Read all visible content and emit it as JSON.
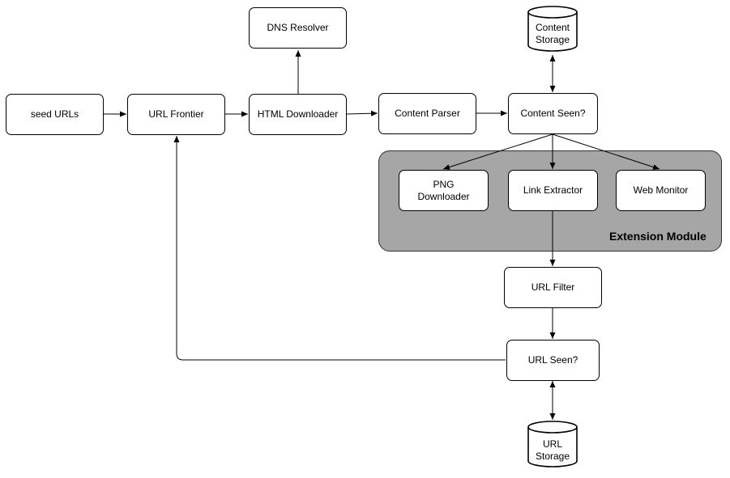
{
  "nodes": {
    "seed_urls": "seed URLs",
    "url_frontier": "URL Frontier",
    "html_downloader": "HTML Downloader",
    "dns_resolver": "DNS Resolver",
    "content_parser": "Content Parser",
    "content_seen": "Content Seen?",
    "content_storage": "Content\nStorage",
    "png_downloader": "PNG\nDownloader",
    "link_extractor": "Link Extractor",
    "web_monitor": "Web Monitor",
    "url_filter": "URL Filter",
    "url_seen": "URL Seen?",
    "url_storage": "URL\nStorage"
  },
  "group": {
    "label": "Extension Module"
  },
  "edges": [
    {
      "from": "seed_urls",
      "to": "url_frontier"
    },
    {
      "from": "url_frontier",
      "to": "html_downloader"
    },
    {
      "from": "html_downloader",
      "to": "dns_resolver"
    },
    {
      "from": "html_downloader",
      "to": "content_parser"
    },
    {
      "from": "content_parser",
      "to": "content_seen"
    },
    {
      "from": "content_seen",
      "to": "content_storage",
      "bidirectional": true
    },
    {
      "from": "content_seen",
      "to": "png_downloader"
    },
    {
      "from": "content_seen",
      "to": "link_extractor"
    },
    {
      "from": "content_seen",
      "to": "web_monitor"
    },
    {
      "from": "link_extractor",
      "to": "url_filter"
    },
    {
      "from": "url_filter",
      "to": "url_seen"
    },
    {
      "from": "url_seen",
      "to": "url_storage",
      "bidirectional": true
    },
    {
      "from": "url_seen",
      "to": "url_frontier"
    }
  ],
  "colors": {
    "group_fill": "#a6a6a6",
    "stroke": "#000000",
    "node_fill": "#ffffff"
  }
}
